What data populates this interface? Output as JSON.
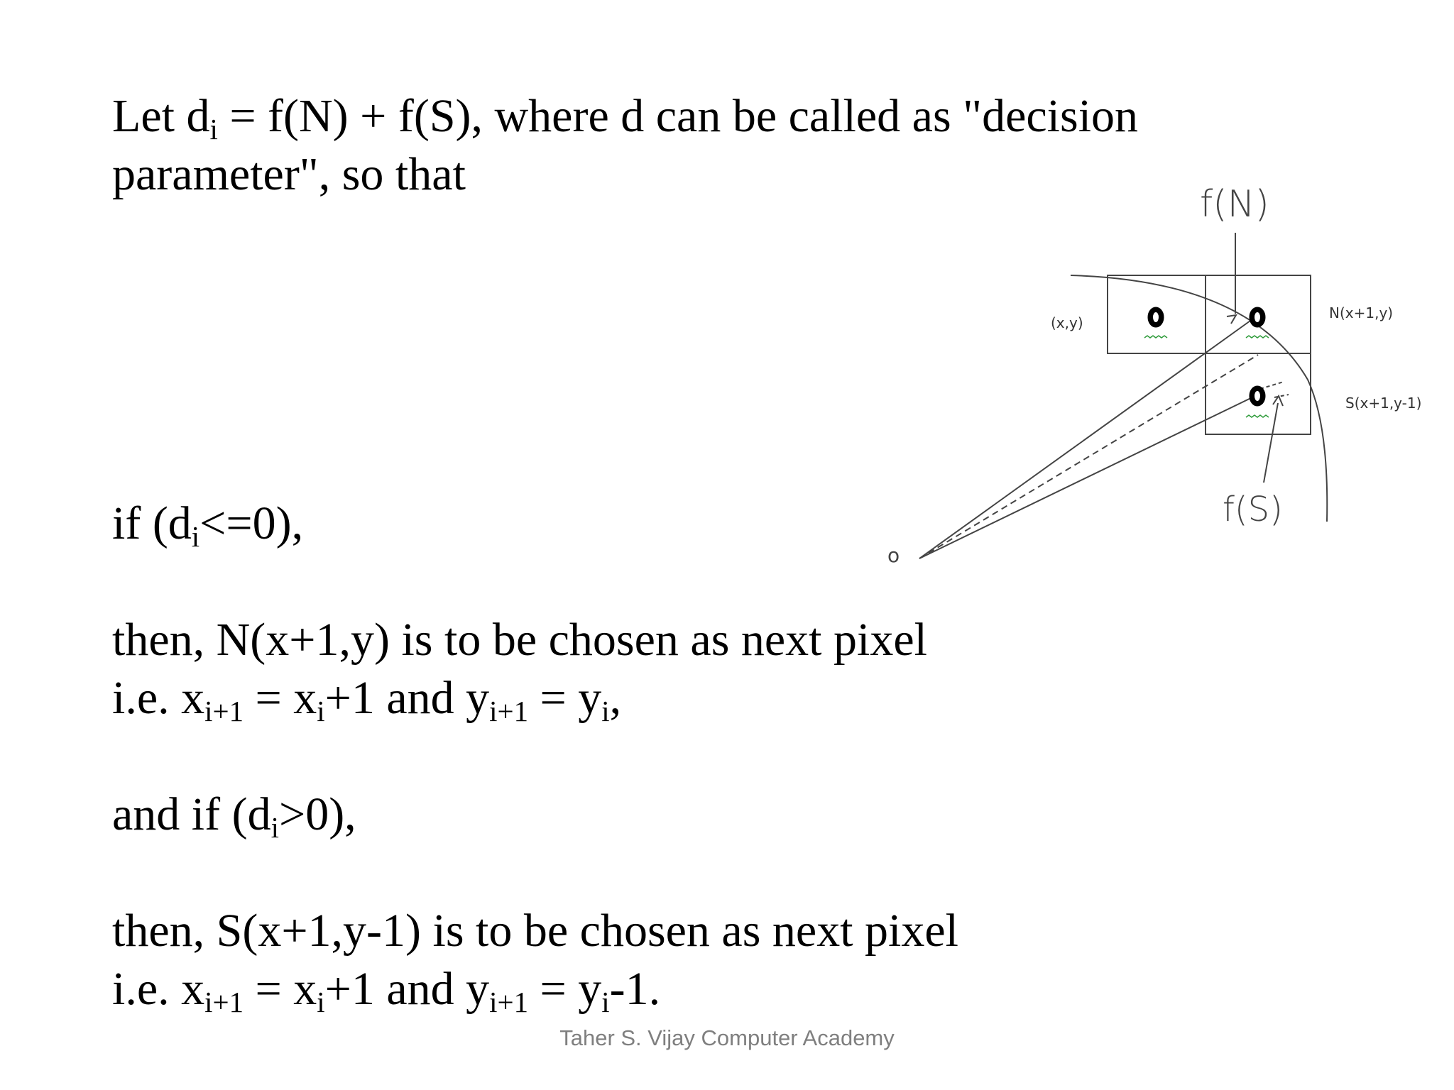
{
  "slide": {
    "intro": {
      "p1": "Let d",
      "sub": "i",
      "p2": " = f(N) + f(S), where d can be called as \"decision",
      "line2": "parameter\", so that"
    },
    "cond1": {
      "p1": "if (d",
      "sub": "i",
      "p2": "<=0),"
    },
    "then1": {
      "line": "then, N(x+1,y) is to be chosen as next pixel",
      "ie": {
        "p1": "i.e. x",
        "s1": "i+1",
        "p2": " = x",
        "s2": "i",
        "p3": "+1 and y",
        "s3": "i+1",
        "p4": " = y",
        "s4": "i",
        "p5": ","
      }
    },
    "cond2": {
      "p1": "and if (d",
      "sub": "i",
      "p2": ">0),"
    },
    "then2": {
      "line": "then, S(x+1,y-1) is to be chosen as next pixel",
      "ie": {
        "p1": "i.e. x",
        "s1": "i+1",
        "p2": " = x",
        "s2": "i",
        "p3": "+1 and y",
        "s3": "i+1",
        "p4": " = y",
        "s4": "i",
        "p5": "-1."
      }
    },
    "footer": "Taher S. Vijay Computer Academy"
  },
  "diagram": {
    "label_fN": "f(N)",
    "label_fS": "f(S)",
    "label_xy": "(x,y)",
    "label_N": "N(x+1,y)",
    "label_S": "S(x+1,y-1)",
    "label_origin": "o"
  }
}
